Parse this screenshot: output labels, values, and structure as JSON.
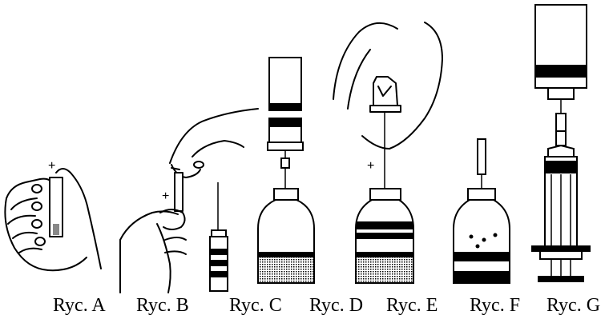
{
  "labels": [
    "Ryc. A",
    "Ryc. B",
    "Ryc. C",
    "Ryc. D",
    "Ryc. E",
    "Ryc. F",
    "Ryc. G"
  ],
  "colors": {
    "ink": "#000000",
    "paper": "#ffffff",
    "fill": "#888888"
  }
}
